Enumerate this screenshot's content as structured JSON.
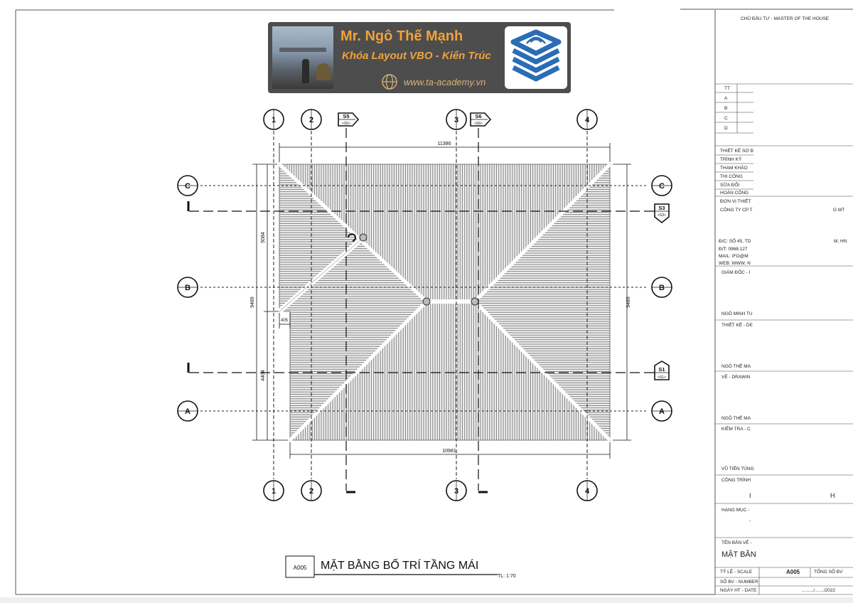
{
  "banner": {
    "title": "Mr. Ngô Thế Mạnh",
    "subtitle": "Khóa Layout VBO - Kiến Trúc",
    "website": "www.ta-academy.vn"
  },
  "grid": {
    "columns_top": [
      "1",
      "2",
      "3",
      "4"
    ],
    "columns_bottom": [
      "1",
      "2",
      "3",
      "4"
    ],
    "rows_left": [
      "C",
      "B",
      "A"
    ],
    "rows_right": [
      "C",
      "B",
      "A"
    ]
  },
  "sections": {
    "s5": {
      "label": "S5",
      "ref": "<S5>"
    },
    "s6": {
      "label": "S6",
      "ref": "<S6>"
    },
    "s3": {
      "label": "S3",
      "ref": "<S3>"
    },
    "s1": {
      "label": "S1",
      "ref": "<S1>"
    }
  },
  "dimensions": {
    "top": "11386",
    "bottom": "10981",
    "left_upper": "5084",
    "left_lower": "4404",
    "left_total": "9489",
    "right_total": "9489",
    "offset": "405"
  },
  "drawing": {
    "sheet_code": "A005",
    "title": "MẶT BẰNG BỐ TRÍ TẦNG MÁI",
    "scale": "TL: 1:70"
  },
  "title_block": {
    "owner": "CHỦ ĐẦU TƯ - MASTER OF THE HOUSE",
    "revisions": {
      "tt": "TT",
      "rows": [
        "A",
        "B",
        "C",
        "D"
      ]
    },
    "phases": [
      "THIẾT KẾ SƠ B",
      "TRÌNH KÝ",
      "THAM KHẢO",
      "THI CÔNG",
      "SỬA ĐỔI",
      "HOÀN CÔNG"
    ],
    "design_unit": "ĐƠN VỊ THIẾT",
    "company": "CÔNG TY CP T",
    "company_tail": "G MT",
    "address": "Đ/C: SỐ 45, TD",
    "address_tail": "M, HN",
    "phone": "Đ/T: 0968.127",
    "mail": "MAIL: IFO@M",
    "web": "WEB: WWW. N",
    "director": "GIÁM ĐỐC - I",
    "director_name": "NGÔ MINH TU",
    "design": "THIẾT KẾ - DE",
    "design_name": "NGÔ THẾ MA",
    "drawing": "VẼ - DRAWIN",
    "drawing_name": "NGÔ THẾ MA",
    "check": "KIỂM TRA - C",
    "check_name": "VŨ TIẾN TÙNG",
    "project": "CÔNG TRÌNH",
    "project_frag_a": "I",
    "project_frag_b": "H",
    "item": "HẠNG MỤC -",
    "item_frag": "-",
    "sheet_name_label": "TÊN BẢN VẼ -",
    "sheet_name": "MẶT BẰN",
    "scale_label": "TỶ LỆ - SCALE",
    "sheet_code": "A005",
    "total_label": "TỔNG SỐ BV",
    "number_label": "SỐ BV - NUMBER",
    "date_label": "NGÀY HT - DATE",
    "date_value": "........./......./2022"
  },
  "colors": {
    "banner_bg": "#4d4d4d",
    "banner_text": "#f0a23a",
    "logo_blue": "#2a6db5",
    "hatch": "#6e6e6e",
    "line": "#111111"
  }
}
